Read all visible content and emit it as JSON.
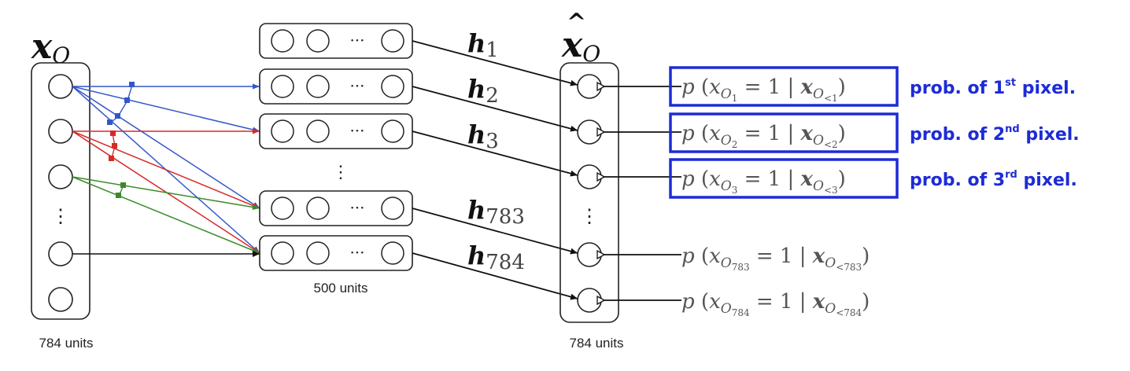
{
  "input_layer": {
    "title_var": "x",
    "title_sub": "O",
    "units_label": "784 units",
    "dots": "⋮"
  },
  "hidden_layer": {
    "units_label": "500 units",
    "row_dots": "···",
    "col_dots": "⋮"
  },
  "hidden_labels": [
    {
      "var": "h",
      "sub": "1"
    },
    {
      "var": "h",
      "sub": "2"
    },
    {
      "var": "h",
      "sub": "3"
    },
    {
      "var": "h",
      "sub": "783"
    },
    {
      "var": "h",
      "sub": "784"
    }
  ],
  "output_layer": {
    "title_var": "x",
    "title_hat": "^",
    "title_sub": "O",
    "units_label": "784 units",
    "dots": "⋮"
  },
  "probabilities": [
    {
      "p": "p",
      "lhs_var": "x",
      "lhs_sub": "O",
      "lhs_subsub": "1",
      "eq": "= 1 |",
      "cond_var": "x",
      "cond_sub": "O",
      "cond_subsub": "<1",
      "highlight": true
    },
    {
      "p": "p",
      "lhs_var": "x",
      "lhs_sub": "O",
      "lhs_subsub": "2",
      "eq": "= 1 |",
      "cond_var": "x",
      "cond_sub": "O",
      "cond_subsub": "<2",
      "highlight": true
    },
    {
      "p": "p",
      "lhs_var": "x",
      "lhs_sub": "O",
      "lhs_subsub": "3",
      "eq": "= 1 |",
      "cond_var": "x",
      "cond_sub": "O",
      "cond_subsub": "<3",
      "highlight": true
    },
    {
      "p": "p",
      "lhs_var": "x",
      "lhs_sub": "O",
      "lhs_subsub": "783",
      "eq": "= 1 |",
      "cond_var": "x",
      "cond_sub": "O",
      "cond_subsub": "<783",
      "highlight": false
    },
    {
      "p": "p",
      "lhs_var": "x",
      "lhs_sub": "O",
      "lhs_subsub": "784",
      "eq": "= 1 |",
      "cond_var": "x",
      "cond_sub": "O",
      "cond_subsub": "<784",
      "highlight": false
    }
  ],
  "annotations": [
    {
      "pre": "prob. of 1",
      "sup": "st",
      "post": " pixel."
    },
    {
      "pre": "prob. of 2",
      "sup": "nd",
      "post": " pixel."
    },
    {
      "pre": "prob. of 3",
      "sup": "rd",
      "post": " pixel."
    }
  ],
  "colors": {
    "blue": "#3357c9",
    "red": "#d62a2a",
    "green": "#3b8a2a",
    "highlight_box": "#1d2bd6",
    "annotation_text": "#1d2bd6",
    "line": "#111111",
    "faded_text": "#555555"
  }
}
